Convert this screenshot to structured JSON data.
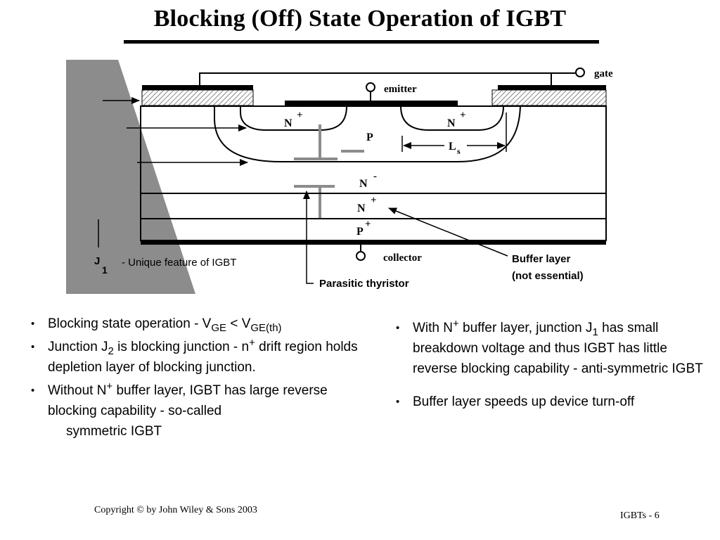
{
  "title": "Blocking (Off) State Operation of IGBT",
  "diagram": {
    "gate": "gate",
    "emitter": "emitter",
    "collector": "collector",
    "n_plus_left": "N",
    "n_plus_right": "N",
    "plus": "+",
    "minus": "-",
    "p_body": "P",
    "ls": "L",
    "ls_sub": "s",
    "n_minus": "N",
    "n_plus_buffer": "N",
    "p_plus": "P",
    "j1": "J",
    "j1_sub": "1",
    "j1_note": "- Unique feature of IGBT",
    "buffer_line1": "Buffer layer",
    "buffer_line2": "(not essential)",
    "parasitic": "Parasitic thyristor"
  },
  "bullets_left": {
    "b1_text": "Blocking state operation - V",
    "b1_sub1": "GE",
    "b1_mid": " < V",
    "b1_sub2": "GE(th)",
    "b2_text": "Junction J",
    "b2_sub": "2",
    "b2_mid": " is blocking junction - n",
    "b2_sup": "+",
    "b2_end": " drift region holds depletion layer of blocking junction.",
    "b3_text": "Without N",
    "b3_sup": "+",
    "b3_mid": " buffer layer, IGBT has large reverse blocking capability - so-called",
    "b3_end": "symmetric IGBT"
  },
  "bullets_right": {
    "b1_text": "With N",
    "b1_sup": "+",
    "b1_mid": " buffer layer, junction J",
    "b1_sub": "1",
    "b1_end": " has small breakdown voltage and thus IGBT has little reverse blocking capability - anti-symmetric IGBT",
    "b2_text": "Buffer layer speeds up device turn-off"
  },
  "footer": {
    "copyright": "Copyright © by John Wiley & Sons 2003",
    "page": "IGBTs -  6"
  }
}
